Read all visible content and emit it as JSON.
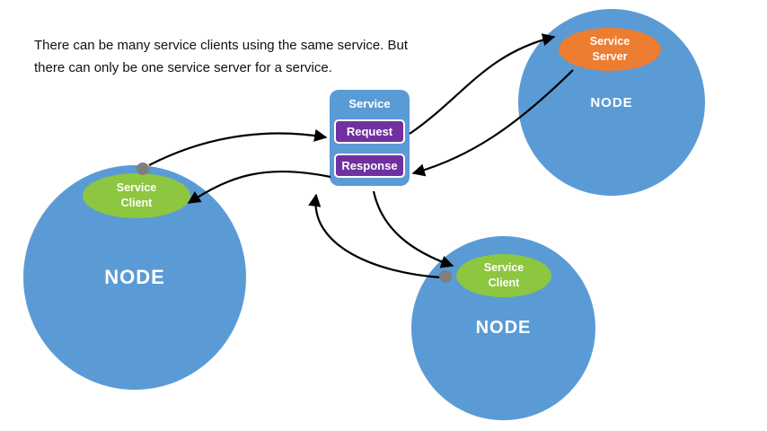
{
  "colors": {
    "node_blue": "#5B9BD5",
    "client_green": "#8DC63F",
    "server_orange": "#ED7D31",
    "box_purple": "#7030A0",
    "dot_gray": "#7F7F7F",
    "arrow_black": "#000000"
  },
  "caption": {
    "text": "There can be many service clients using the same service. But there can only be one service server for a service."
  },
  "service_panel": {
    "title": "Service",
    "request": "Request",
    "response": "Response"
  },
  "nodes": [
    {
      "id": "left",
      "label": "NODE"
    },
    {
      "id": "top-right",
      "label": "NODE"
    },
    {
      "id": "bottom",
      "label": "NODE"
    }
  ],
  "badges": {
    "client_left": "Service Client",
    "server": "Service Server",
    "client_bottom": "Service Client"
  }
}
